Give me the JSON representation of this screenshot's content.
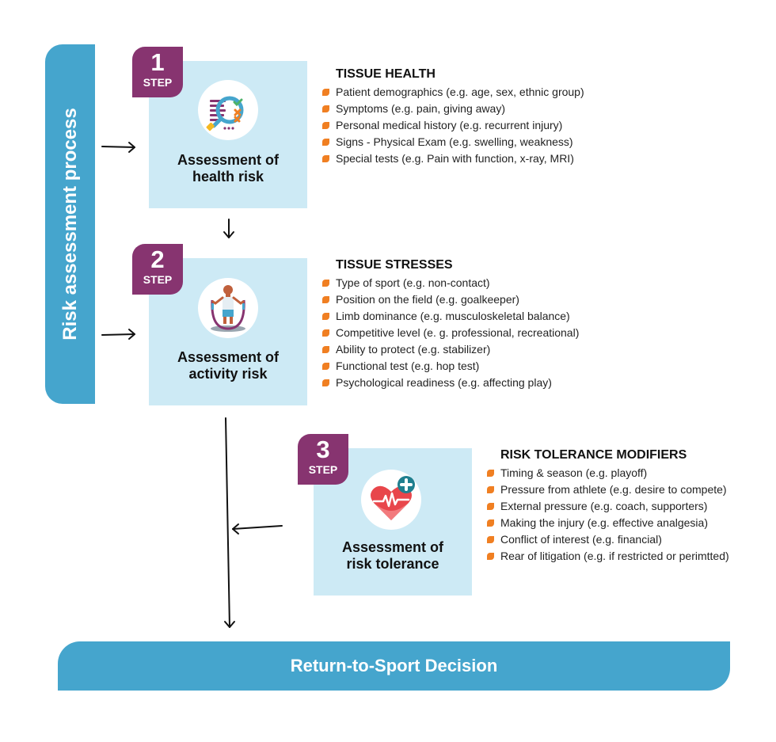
{
  "sidebar": {
    "label": "Risk assessment process"
  },
  "steps": [
    {
      "number": "1",
      "step_label": "STEP",
      "title_line1": "Assessment of",
      "title_line2": "health risk",
      "icon": "magnifier-checklist-icon",
      "heading": "TISSUE HEALTH",
      "items": [
        "Patient demographics (e.g. age, sex, ethnic group)",
        "Symptoms (e.g. pain, giving away)",
        "Personal medical history (e.g. recurrent injury)",
        "Signs - Physical Exam (e.g. swelling, weakness)",
        "Special tests (e.g. Pain with function, x-ray, MRI)"
      ]
    },
    {
      "number": "2",
      "step_label": "STEP",
      "title_line1": "Assessment of",
      "title_line2": "activity risk",
      "icon": "jump-rope-athlete-icon",
      "heading": "TISSUE STRESSES",
      "items": [
        "Type of sport (e.g. non-contact)",
        "Position on the field (e.g. goalkeeper)",
        "Limb dominance (e.g. musculoskeletal balance)",
        "Competitive level (e. g. professional, recreational)",
        "Ability to protect (e.g. stabilizer)",
        "Functional test (e.g. hop test)",
        "Psychological readiness (e.g. affecting play)"
      ]
    },
    {
      "number": "3",
      "step_label": "STEP",
      "title_line1": "Assessment of",
      "title_line2": "risk tolerance",
      "icon": "heart-pulse-plus-icon",
      "heading": "RISK TOLERANCE MODIFIERS",
      "items": [
        "Timing & season (e.g. playoff)",
        "Pressure from athlete (e.g. desire to compete)",
        "External pressure (e.g. coach, supporters)",
        "Making the injury (e.g. effective analgesia)",
        "Conflict of interest (e.g. financial)",
        "Rear of litigation (e.g. if restricted or perimtted)"
      ]
    }
  ],
  "decision": {
    "label": "Return-to-Sport Decision"
  },
  "colors": {
    "process_blue": "#45a5cd",
    "card_blue": "#cdeaf5",
    "badge_purple": "#873470",
    "bullet_orange": "#f07f22"
  }
}
